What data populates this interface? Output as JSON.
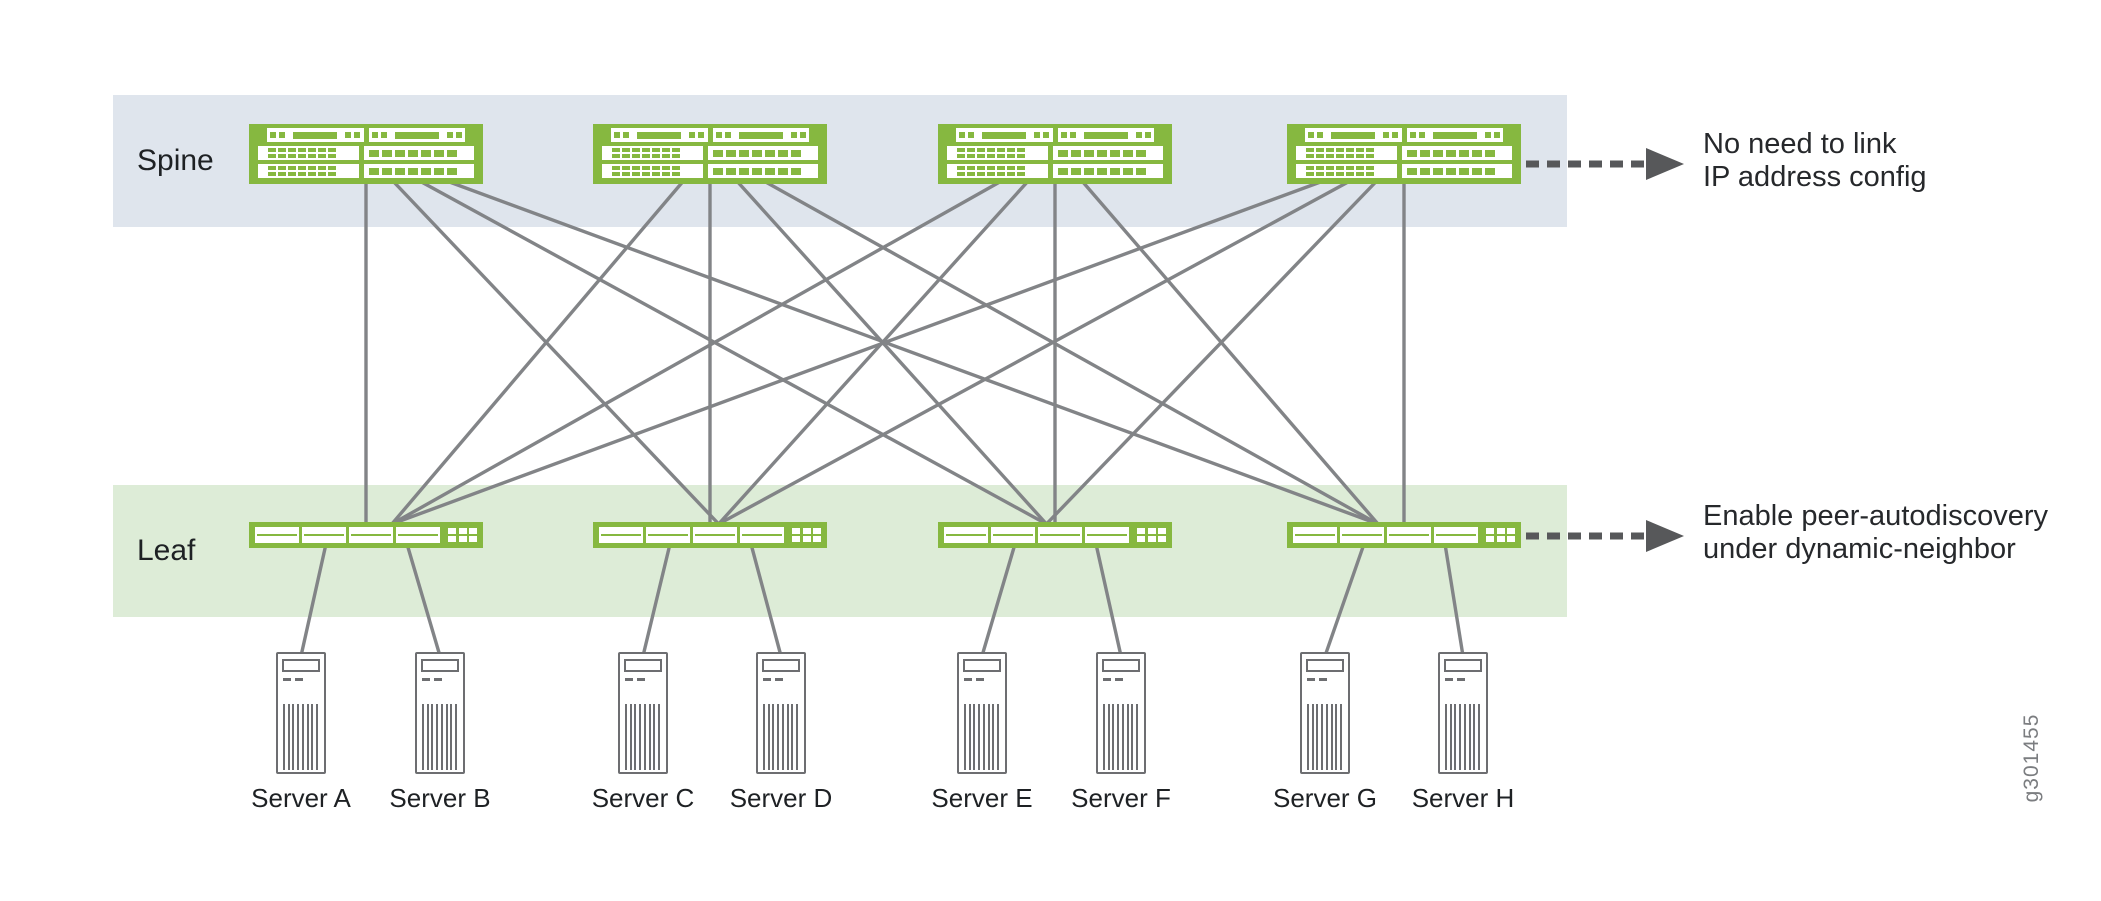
{
  "bands": {
    "spine": {
      "label": "Spine"
    },
    "leaf": {
      "label": "Leaf"
    }
  },
  "spines": [
    {
      "id": "spine-1"
    },
    {
      "id": "spine-2"
    },
    {
      "id": "spine-3"
    },
    {
      "id": "spine-4"
    }
  ],
  "leaves": [
    {
      "id": "leaf-1"
    },
    {
      "id": "leaf-2"
    },
    {
      "id": "leaf-3"
    },
    {
      "id": "leaf-4"
    }
  ],
  "servers": [
    {
      "label": "Server A"
    },
    {
      "label": "Server B"
    },
    {
      "label": "Server C"
    },
    {
      "label": "Server D"
    },
    {
      "label": "Server E"
    },
    {
      "label": "Server F"
    },
    {
      "label": "Server G"
    },
    {
      "label": "Server H"
    }
  ],
  "annotations": {
    "spine_note": {
      "line1": "No need to link",
      "line2": "IP address config"
    },
    "leaf_note": {
      "line1": "Enable peer-autodiscovery",
      "line2": "under dynamic-neighbor"
    }
  },
  "figure_id": "g301455",
  "topology": {
    "spine_to_leaf": "full-mesh",
    "servers_per_leaf": 2
  },
  "colors": {
    "device_green": "#86b840",
    "spine_band": "#dfe5ed",
    "leaf_band": "#ddecd7",
    "link_gray": "#828487",
    "arrow_gray": "#57585a",
    "server_gray": "#6d6e71",
    "figure_id_gray": "#7b7d80"
  }
}
